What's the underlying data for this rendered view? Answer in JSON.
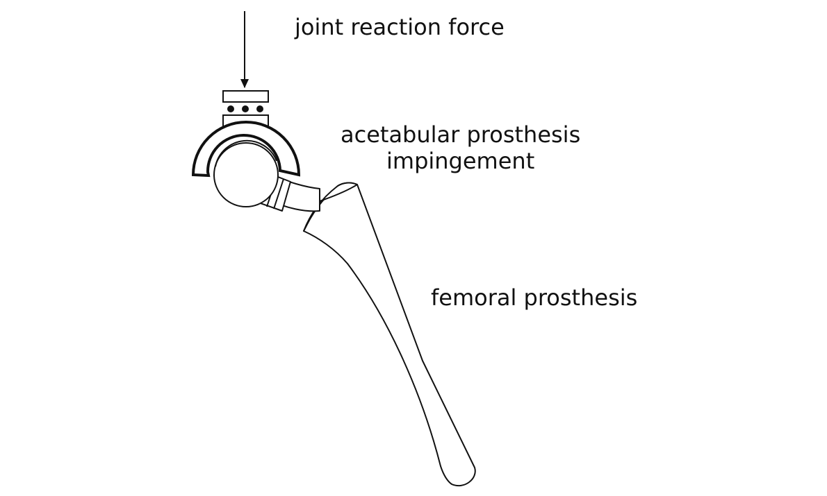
{
  "labels": {
    "joint_reaction_force": "joint reaction force",
    "acetabular_line1": "acetabular prosthesis",
    "acetabular_line2": "impingement",
    "femoral_prosthesis": "femoral prosthesis"
  },
  "colors": {
    "stroke": "#111111",
    "fill": "#ffffff"
  }
}
